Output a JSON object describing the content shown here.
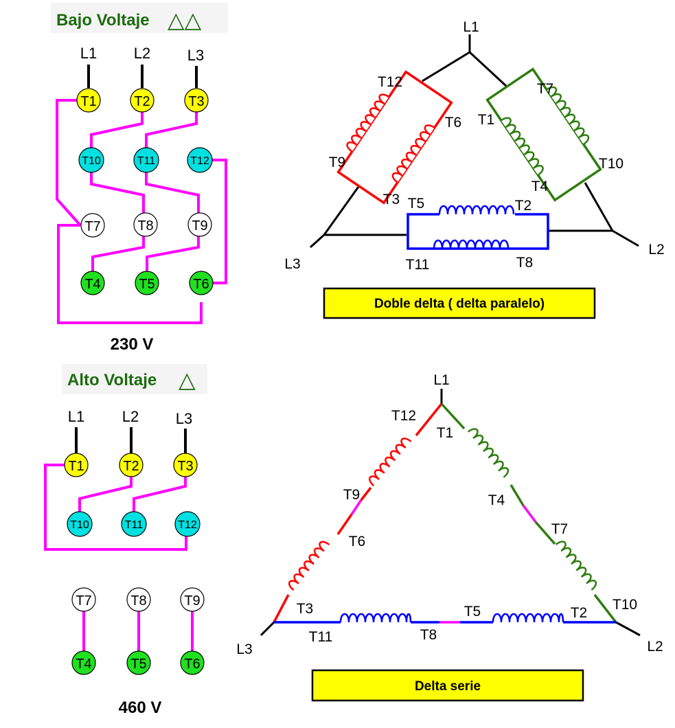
{
  "low_voltage": {
    "title": "Bajo Voltaje",
    "symbol": "△△",
    "lines": [
      "L1",
      "L2",
      "L3"
    ],
    "rows": [
      [
        "T1",
        "T2",
        "T3"
      ],
      [
        "T10",
        "T11",
        "T12"
      ],
      [
        "T7",
        "T8",
        "T9"
      ],
      [
        "T4",
        "T5",
        "T6"
      ]
    ],
    "voltage": "230 V"
  },
  "high_voltage": {
    "title": "Alto Voltaje",
    "symbol": "△",
    "lines": [
      "L1",
      "L2",
      "L3"
    ],
    "rows": [
      [
        "T1",
        "T2",
        "T3"
      ],
      [
        "T10",
        "T11",
        "T12"
      ],
      [
        "T7",
        "T8",
        "T9"
      ],
      [
        "T4",
        "T5",
        "T6"
      ]
    ],
    "voltage": "460 V"
  },
  "parallel_delta": {
    "caption": "Doble delta ( delta paralelo)",
    "lines": {
      "top": "L1",
      "left": "L3",
      "right": "L2"
    },
    "left_coil": {
      "outer_top": "T12",
      "outer_bottom": "T9",
      "inner_top": "T6",
      "inner_bottom": "T3"
    },
    "right_coil": {
      "inner_top": "T1",
      "outer_top": "T7",
      "outer_bottom": "T10",
      "inner_bottom": "T4"
    },
    "bottom_coil": {
      "top_left": "T5",
      "top_right": "T2",
      "bottom_left": "T11",
      "bottom_right": "T8"
    }
  },
  "series_delta": {
    "caption": "Delta serie",
    "lines": {
      "top": "L1",
      "left": "L3",
      "right": "L2"
    },
    "left_side": [
      "T12",
      "T9",
      "T6",
      "T3"
    ],
    "right_side": [
      "T1",
      "T4",
      "T7",
      "T10"
    ],
    "bottom_side": [
      "T11",
      "T8",
      "T5",
      "T2"
    ]
  },
  "colors": {
    "yellow": "#ffff00",
    "cyan": "#00e0e0",
    "white": "#ffffff",
    "green": "#20e020",
    "magenta": "#ff00ff",
    "red": "#ff0000",
    "darkgreen": "#2e7d0f",
    "blue": "#0000ff",
    "caption_bg": "#ffff00"
  }
}
